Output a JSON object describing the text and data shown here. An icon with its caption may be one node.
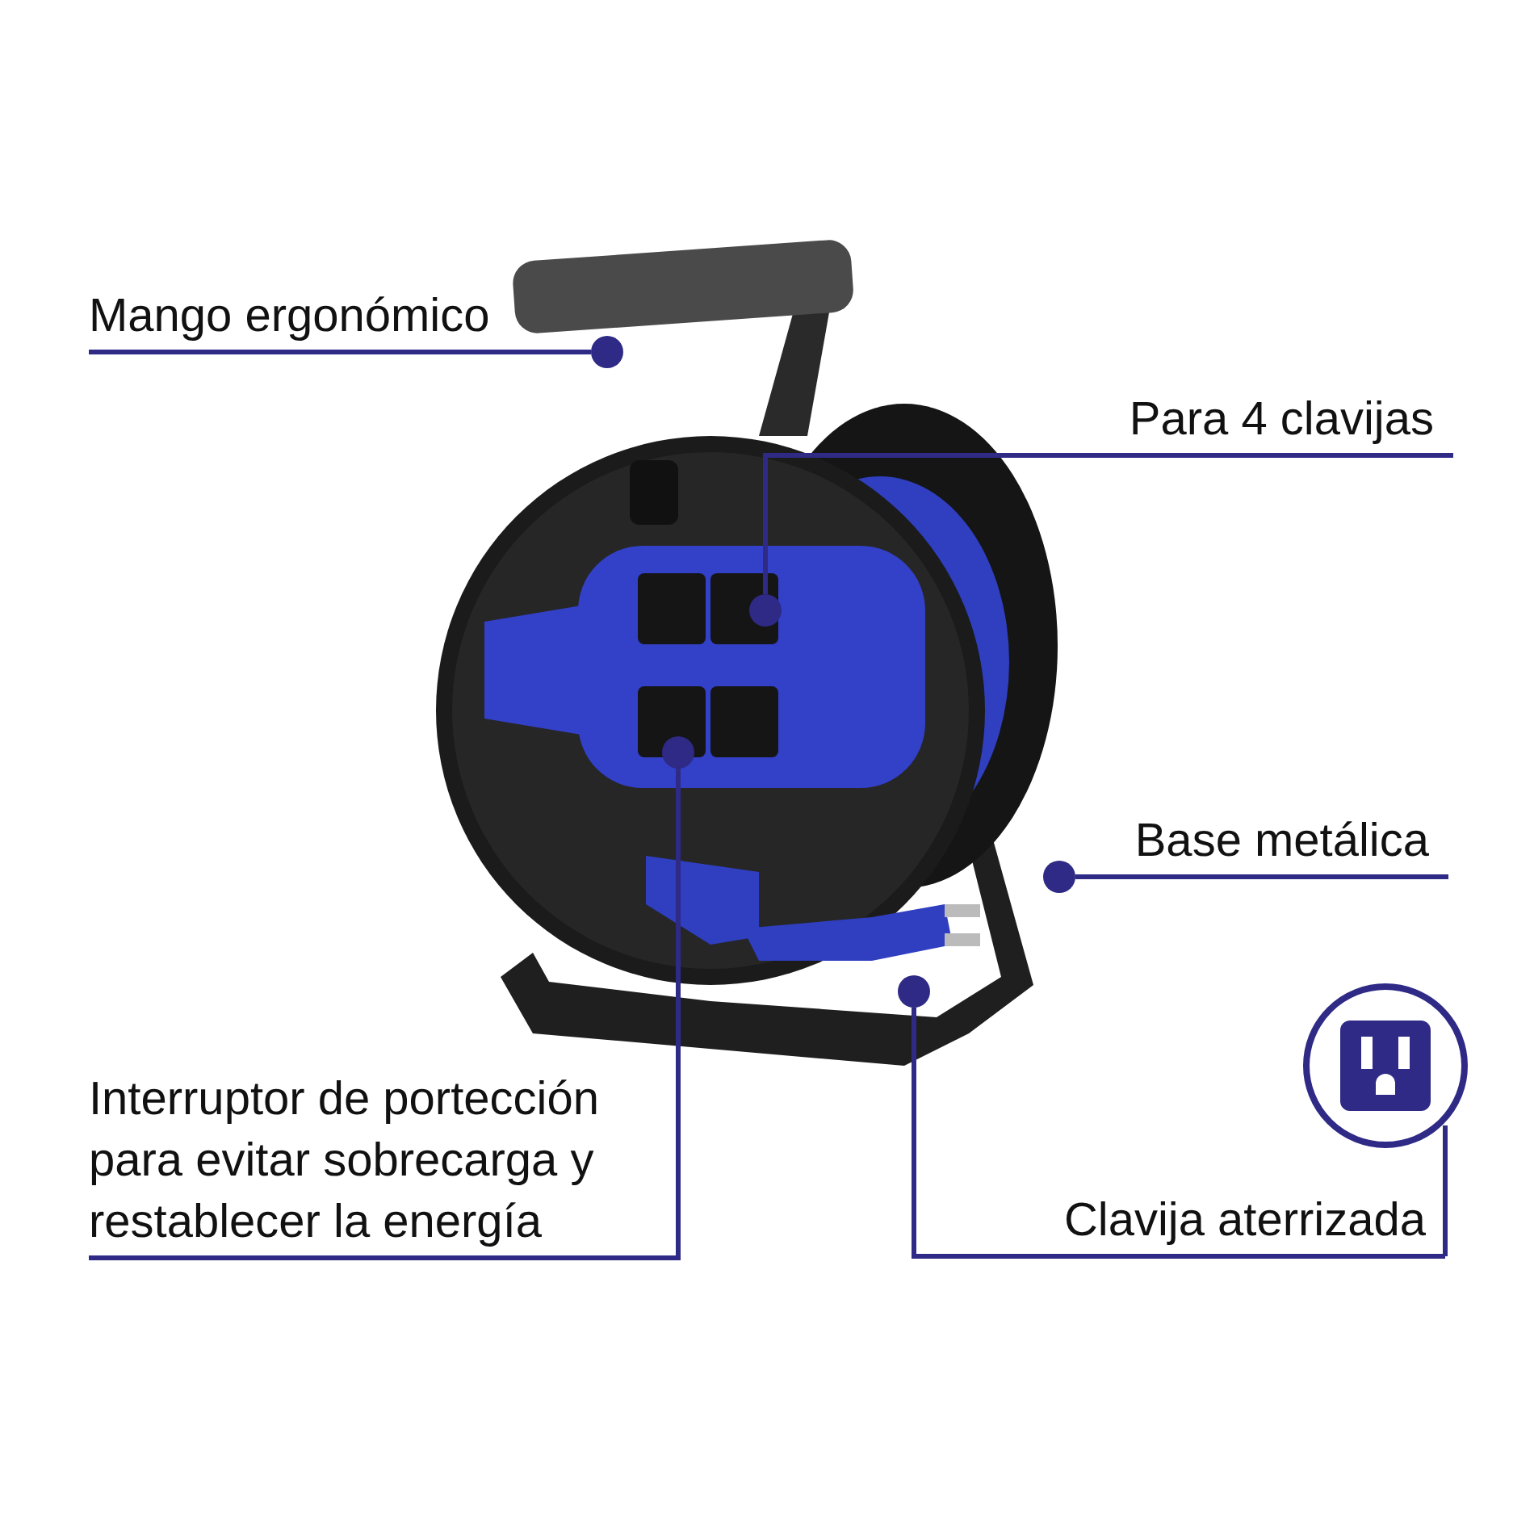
{
  "diagram": {
    "nodes": [
      {
        "text": [
          "Mango ergonómico"
        ]
      },
      {
        "text": [],
        "shape": "circle"
      },
      {
        "text": [
          "Para 4 clavijas"
        ]
      },
      {
        "text": [],
        "shape": "circle"
      },
      {
        "text": [
          "Base metálica"
        ]
      },
      {
        "text": [],
        "shape": "circle"
      },
      {
        "text": [
          "Interruptor de portección para evitar sobrecarga y restablecer la energía"
        ]
      },
      {
        "text": [],
        "shape": "circle"
      },
      {
        "text": [],
        "shape": "picture"
      },
      {
        "text": [
          "Clavija aterrizada"
        ]
      },
      {
        "text": [],
        "shape": "circle"
      }
    ],
    "edges": [
      {
        "from": 0,
        "to": 1,
        "arrow": "none"
      },
      {
        "from": 2,
        "to": 3,
        "arrow": "none"
      },
      {
        "from": 4,
        "to": 5,
        "arrow": "none"
      },
      {
        "from": 6,
        "to": 7,
        "arrow": "none"
      },
      {
        "from": 9,
        "to": 10,
        "arrow": "none"
      },
      {
        "from": 9,
        "to": 8,
        "arrow": "none"
      }
    ]
  }
}
